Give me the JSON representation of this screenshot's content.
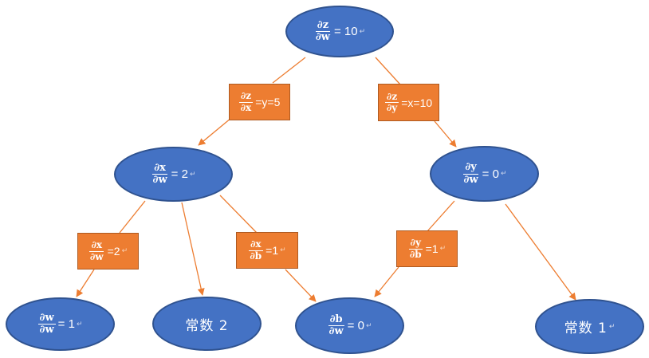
{
  "colors": {
    "node_fill": "#4472c4",
    "node_border": "#2f528f",
    "edge_fill": "#ed7d31",
    "edge_border": "#ae5a21",
    "arrow": "#ed7d31",
    "text": "#ffffff"
  },
  "return_mark": "↵",
  "nodes": {
    "dz_dw": {
      "num": "∂z",
      "den": "∂w",
      "val": "= 10"
    },
    "dx_dw": {
      "num": "∂x",
      "den": "∂w",
      "val": "= 2"
    },
    "dy_dw": {
      "num": "∂y",
      "den": "∂w",
      "val": "= 0"
    },
    "dw_dw": {
      "num": "∂w",
      "den": "∂w",
      "val": "= 1"
    },
    "const2": {
      "text": "常数 2"
    },
    "db_dw": {
      "num": "∂b",
      "den": "∂w",
      "val": "= 0"
    },
    "const1": {
      "text": "常数 1"
    }
  },
  "edges": {
    "dz_dx": {
      "num": "∂z",
      "den": "∂x",
      "val": "=y=5"
    },
    "dz_dy": {
      "num": "∂z",
      "den": "∂y",
      "val": "=x=10"
    },
    "dx_dw": {
      "num": "∂x",
      "den": "∂w",
      "val": "=2"
    },
    "dx_db": {
      "num": "∂x",
      "den": "∂b",
      "val": "=1"
    },
    "dy_db": {
      "num": "∂y",
      "den": "∂b",
      "val": "=1"
    }
  }
}
